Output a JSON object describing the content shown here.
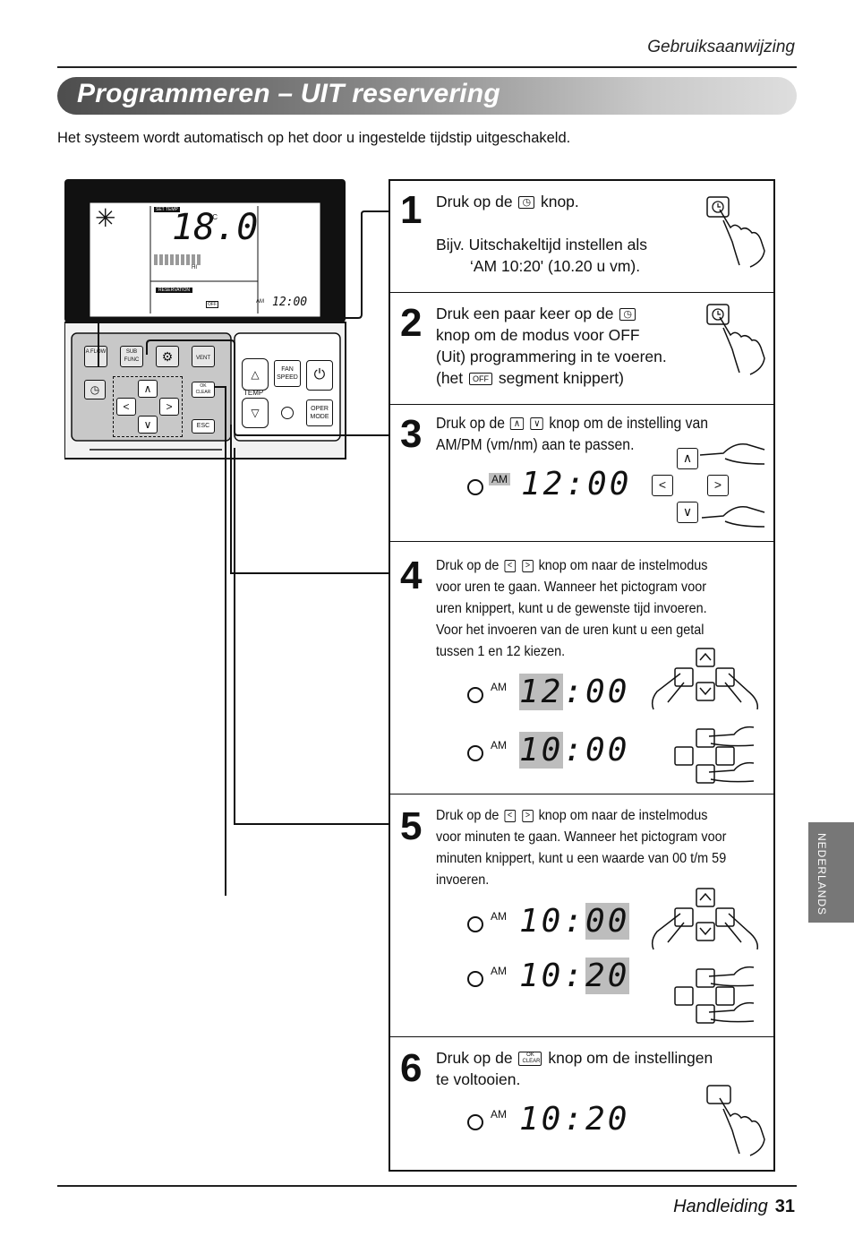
{
  "header": {
    "label": "Gebruiksaanwijzing"
  },
  "title": "Programmeren – UIT reservering",
  "intro": "Het systeem wordt automatisch op het door u ingestelde tijdstip uitgeschakeld.",
  "remote": {
    "lcd": {
      "set_temp": "SET TEMP",
      "temp": "18.0",
      "unit": "°C",
      "fan_level": "HI",
      "reservation": "RESERVATION",
      "off": "OFF",
      "am": "AM",
      "time": "12:00"
    },
    "buttons": {
      "airflow": "A FLOW",
      "subfunc": "SUB FUNC",
      "vent": "VENT",
      "ok_clear": "OK CLEAR",
      "esc": "ESC",
      "fan_speed": "FAN SPEED",
      "temp": "TEMP",
      "oper_mode": "OPER MODE"
    }
  },
  "steps": [
    {
      "num": "1",
      "text_a": "Druk op de",
      "text_b": "knop.",
      "text_c": "Bijv. Uitschakeltijd instellen als",
      "text_d": "‘AM 10:20' (10.20 u vm)."
    },
    {
      "num": "2",
      "text_a": "Druk een paar keer op de",
      "text_b": "knop om de modus voor OFF",
      "text_c": "(Uit) programmering in te voeren.",
      "text_d": "(het",
      "off": "OFF",
      "text_e": "segment knippert)"
    },
    {
      "num": "3",
      "text_a": "Druk op de",
      "text_b": "knop om de instelling van",
      "text_c": "AM/PM (vm/nm) aan te passen.",
      "am": "AM",
      "time": "12:00"
    },
    {
      "num": "4",
      "text_a": "Druk op de",
      "text_b": "knop om naar de instelmodus",
      "text_c": "voor uren te gaan. Wanneer het pictogram voor",
      "text_d": "uren knippert, kunt u de gewenste tijd invoeren.",
      "text_e": "Voor het invoeren van de uren kunt u een getal",
      "text_f": "tussen 1 en 12 kiezen.",
      "am": "AM",
      "time1_h": "12",
      "time1_m": ":00",
      "time2_h": "10",
      "time2_m": ":00"
    },
    {
      "num": "5",
      "text_a": "Druk op de",
      "text_b": "knop om naar de instelmodus",
      "text_c": "voor minuten te gaan. Wanneer het pictogram voor",
      "text_d": "minuten knippert, kunt u een waarde van 00 t/m 59",
      "text_e": "invoeren.",
      "am": "AM",
      "time1_h": "10:",
      "time1_m": "00",
      "time2_h": "10:",
      "time2_m": "20"
    },
    {
      "num": "6",
      "text_a": "Druk op de",
      "ok": "OK CLEAR",
      "text_b": "knop om de instellingen",
      "text_c": "te voltooien.",
      "am": "AM",
      "time": "10:20"
    }
  ],
  "side_tab": "NEDERLANDS",
  "footer": {
    "label": "Handleiding",
    "page": "31"
  }
}
